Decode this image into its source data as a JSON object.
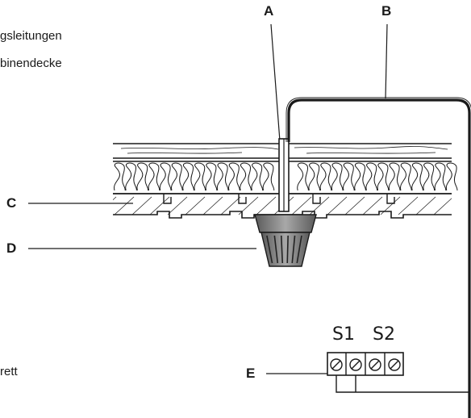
{
  "texts": {
    "line1": "gsleitungen",
    "line2": "binendecke",
    "line3": "rett"
  },
  "labels": {
    "a": "A",
    "b": "B",
    "c": "C",
    "d": "D",
    "e": "E"
  },
  "terminals": {
    "s1": "S1",
    "s2": "S2"
  },
  "colors": {
    "ink": "#1a1a1a",
    "background": "#ffffff",
    "gland": "#8a8a8a"
  }
}
